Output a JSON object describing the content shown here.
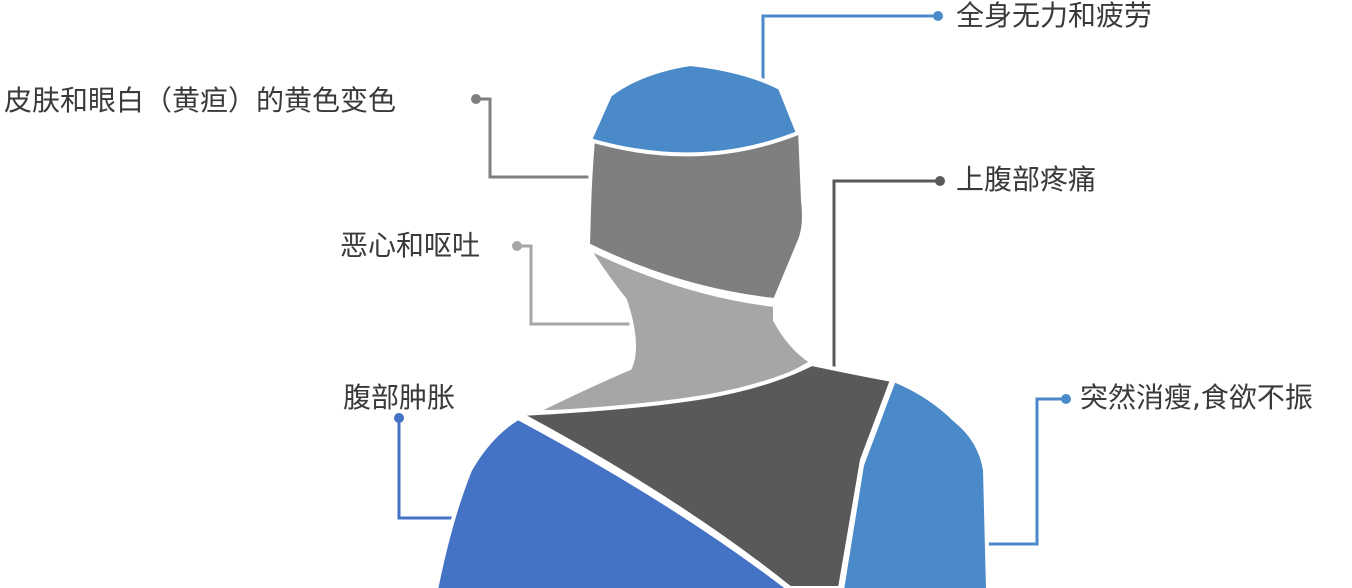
{
  "colors": {
    "blue_light": "#4a8ac9",
    "blue_dark": "#4472c4",
    "gray_dark": "#595959",
    "gray_mid": "#7f7f7f",
    "gray_light": "#a6a6a6",
    "text": "#3a3a3a",
    "stroke_white": "#ffffff"
  },
  "callouts": [
    {
      "key": "fatigue",
      "label": "全身无力和疲劳"
    },
    {
      "key": "jaundice",
      "label": "皮肤和眼白（黄疸）的黄色变色"
    },
    {
      "key": "abdominal_pain",
      "label": "上腹部疼痛"
    },
    {
      "key": "nausea",
      "label": "恶心和呕吐"
    },
    {
      "key": "bloating",
      "label": "腹部肿胀"
    },
    {
      "key": "weight_loss",
      "label": "突然消瘦,食欲不振"
    }
  ]
}
